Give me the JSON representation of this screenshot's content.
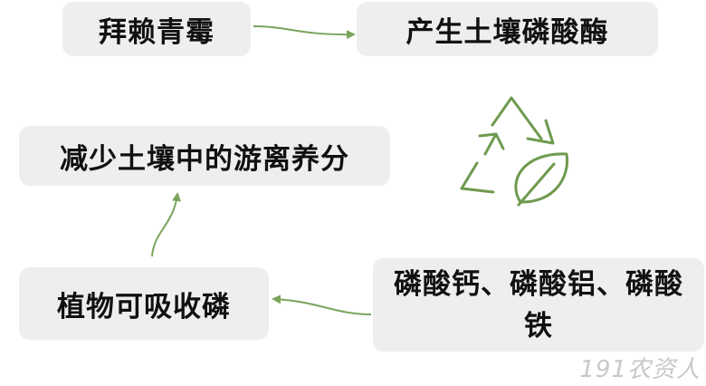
{
  "nodes": {
    "fungus": "拜赖青霉",
    "enzyme": "产生土壤磷酸酶",
    "reduce": "减少土壤中的游离养分",
    "absorb": "植物可吸收磷",
    "phosphates": "磷酸钙、磷酸铝、磷酸铁"
  },
  "watermark": "191农资人",
  "colors": {
    "box_fill": "#eeeeee",
    "arrow": "#7aa45c",
    "icon": "#6f9a4e"
  },
  "icons": [
    "recycle-leaf-icon"
  ]
}
